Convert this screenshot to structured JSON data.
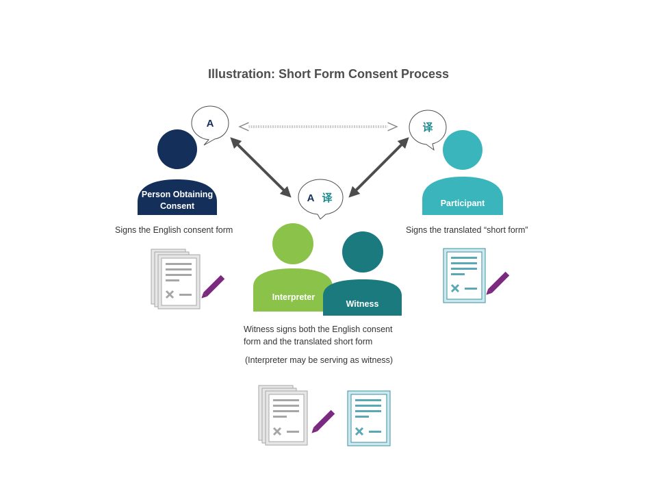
{
  "diagram": {
    "title": "Illustration: Short Form Consent Process",
    "bubbles": {
      "english": "A",
      "translated": "译",
      "interpreter_english": "A",
      "interpreter_translated": "译"
    },
    "people": {
      "person_obtaining_consent": {
        "label_line1": "Person Obtaining",
        "label_line2": "Consent",
        "color": "#14305a"
      },
      "participant": {
        "label": "Participant",
        "color": "#3ab5bb"
      },
      "interpreter": {
        "label": "Interpreter",
        "color": "#8bc34a"
      },
      "witness": {
        "label": "Witness",
        "color": "#1a7a7e"
      }
    },
    "captions": {
      "poc": "Signs the English consent form",
      "participant": "Signs the translated “short form”",
      "witness_line1": "Witness signs both the English consent",
      "witness_line2": "form and the translated short form",
      "interpreter_note": "(Interpreter may be serving as witness)"
    },
    "colors": {
      "arrow": "#4d4d4d",
      "pen": "#7b2a7f",
      "english_doc_fill": "#e6e6e6",
      "short_form_fill": "#cde9ee",
      "short_form_stroke": "#3a8fa0"
    }
  }
}
